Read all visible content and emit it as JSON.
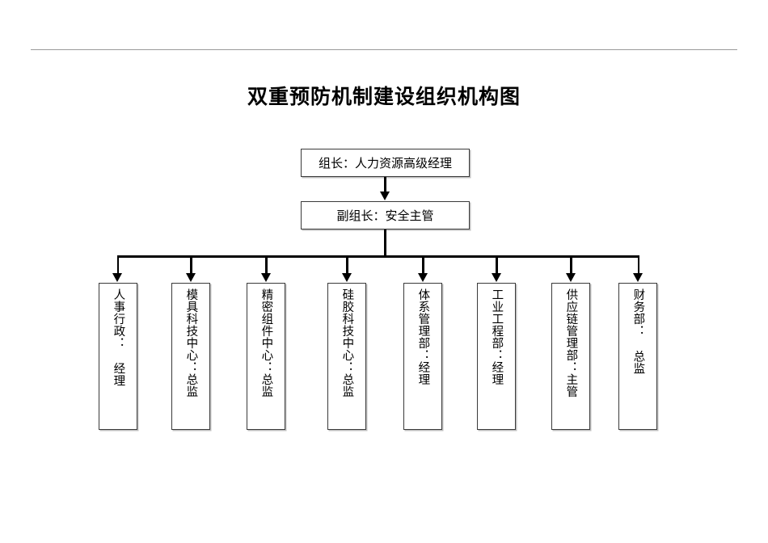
{
  "document": {
    "title": "双重预防机制建设组织机构图",
    "has_header_rule": true
  },
  "chart_data": {
    "type": "diagram",
    "diagram_kind": "organization-chart",
    "title": "双重预防机制建设组织机构图",
    "orientation": "top-down",
    "levels": [
      {
        "level": 1,
        "nodes": [
          {
            "id": "leader",
            "label": "组长：人力资源高级经理",
            "role": "组长",
            "holder": "人力资源高级经理",
            "text_orientation": "horizontal"
          }
        ]
      },
      {
        "level": 2,
        "nodes": [
          {
            "id": "deputy",
            "label": "副组长：安全主管",
            "role": "副组长",
            "holder": "安全主管",
            "text_orientation": "horizontal"
          }
        ]
      },
      {
        "level": 3,
        "nodes": [
          {
            "id": "dept-1",
            "label": "人事行政： 经理",
            "department": "人事行政",
            "holder": "经理",
            "text_orientation": "vertical"
          },
          {
            "id": "dept-2",
            "label": "模具科技中心：总监",
            "department": "模具科技中心",
            "holder": "总监",
            "text_orientation": "vertical"
          },
          {
            "id": "dept-3",
            "label": "精密组件中心：总监",
            "department": "精密组件中心",
            "holder": "总监",
            "text_orientation": "vertical"
          },
          {
            "id": "dept-4",
            "label": "硅胶科技中心：总监",
            "department": "硅胶科技中心",
            "holder": "总监",
            "text_orientation": "vertical"
          },
          {
            "id": "dept-5",
            "label": "体系管理部：经理",
            "department": "体系管理部",
            "holder": "经理",
            "text_orientation": "vertical"
          },
          {
            "id": "dept-6",
            "label": "工业工程部：经理",
            "department": "工业工程部",
            "holder": "经理",
            "text_orientation": "vertical"
          },
          {
            "id": "dept-7",
            "label": "供应链管理部：主管",
            "department": "供应链管理部",
            "holder": "主管",
            "text_orientation": "vertical"
          },
          {
            "id": "dept-8",
            "label": "财务部： 总监",
            "department": "财务部",
            "holder": "总监",
            "text_orientation": "vertical"
          }
        ]
      }
    ],
    "edges": [
      {
        "from": "leader",
        "to": "deputy",
        "style": "arrow-down"
      },
      {
        "from": "deputy",
        "to": "dept-1",
        "style": "bus-arrow-down"
      },
      {
        "from": "deputy",
        "to": "dept-2",
        "style": "bus-arrow-down"
      },
      {
        "from": "deputy",
        "to": "dept-3",
        "style": "bus-arrow-down"
      },
      {
        "from": "deputy",
        "to": "dept-4",
        "style": "bus-arrow-down"
      },
      {
        "from": "deputy",
        "to": "dept-5",
        "style": "bus-arrow-down"
      },
      {
        "from": "deputy",
        "to": "dept-6",
        "style": "bus-arrow-down"
      },
      {
        "from": "deputy",
        "to": "dept-7",
        "style": "bus-arrow-down"
      },
      {
        "from": "deputy",
        "to": "dept-8",
        "style": "bus-arrow-down"
      }
    ],
    "colors": {
      "box_border": "#3a3a3a",
      "box_fill": "#ffffff",
      "connector": "#000000",
      "text": "#000000",
      "header_rule": "#9a9a9a",
      "page_background": "#ffffff"
    }
  }
}
